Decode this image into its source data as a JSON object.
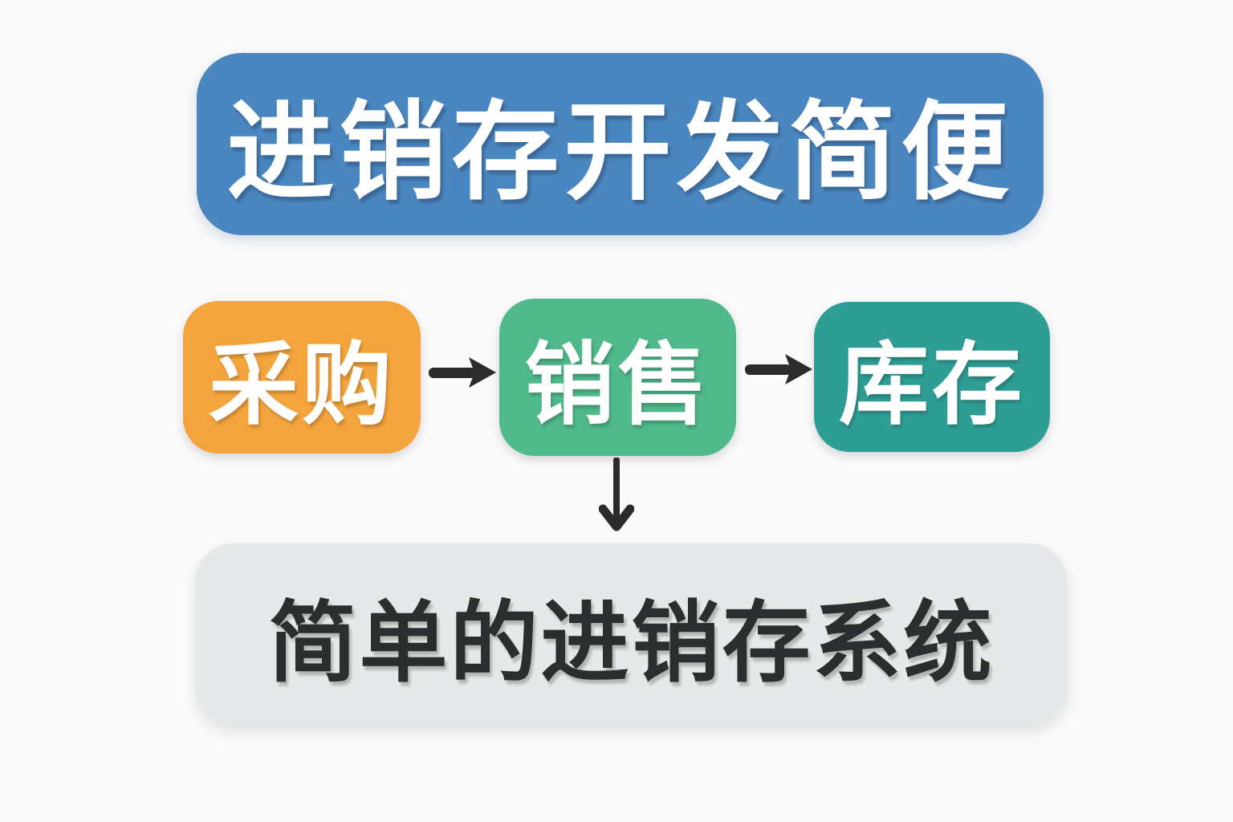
{
  "background_color": "#fafafb",
  "title": {
    "label": "进销存开发简便",
    "background": "#4a86bf",
    "text_color": "#ffffff"
  },
  "flow": {
    "nodes": [
      {
        "id": "purchase",
        "label": "采购",
        "color": "#f4a43c",
        "text_color": "#ffffff"
      },
      {
        "id": "sales",
        "label": "销售",
        "color": "#4fb98b",
        "text_color": "#ffffff"
      },
      {
        "id": "inventory",
        "label": "库存",
        "color": "#2e9e95",
        "text_color": "#ffffff"
      }
    ],
    "connectors": [
      {
        "from": "采购",
        "to": "销售",
        "direction": "right",
        "color": "#2b2b2b"
      },
      {
        "from": "销售",
        "to": "库存",
        "direction": "right",
        "color": "#2b2b2b"
      },
      {
        "from": "销售",
        "to": "简单的进销存系统",
        "direction": "down",
        "color": "#2b2b2b"
      }
    ]
  },
  "result": {
    "label": "简单的进销存系统",
    "background": "#e6e9e9",
    "text_color": "#2b2e2e"
  }
}
